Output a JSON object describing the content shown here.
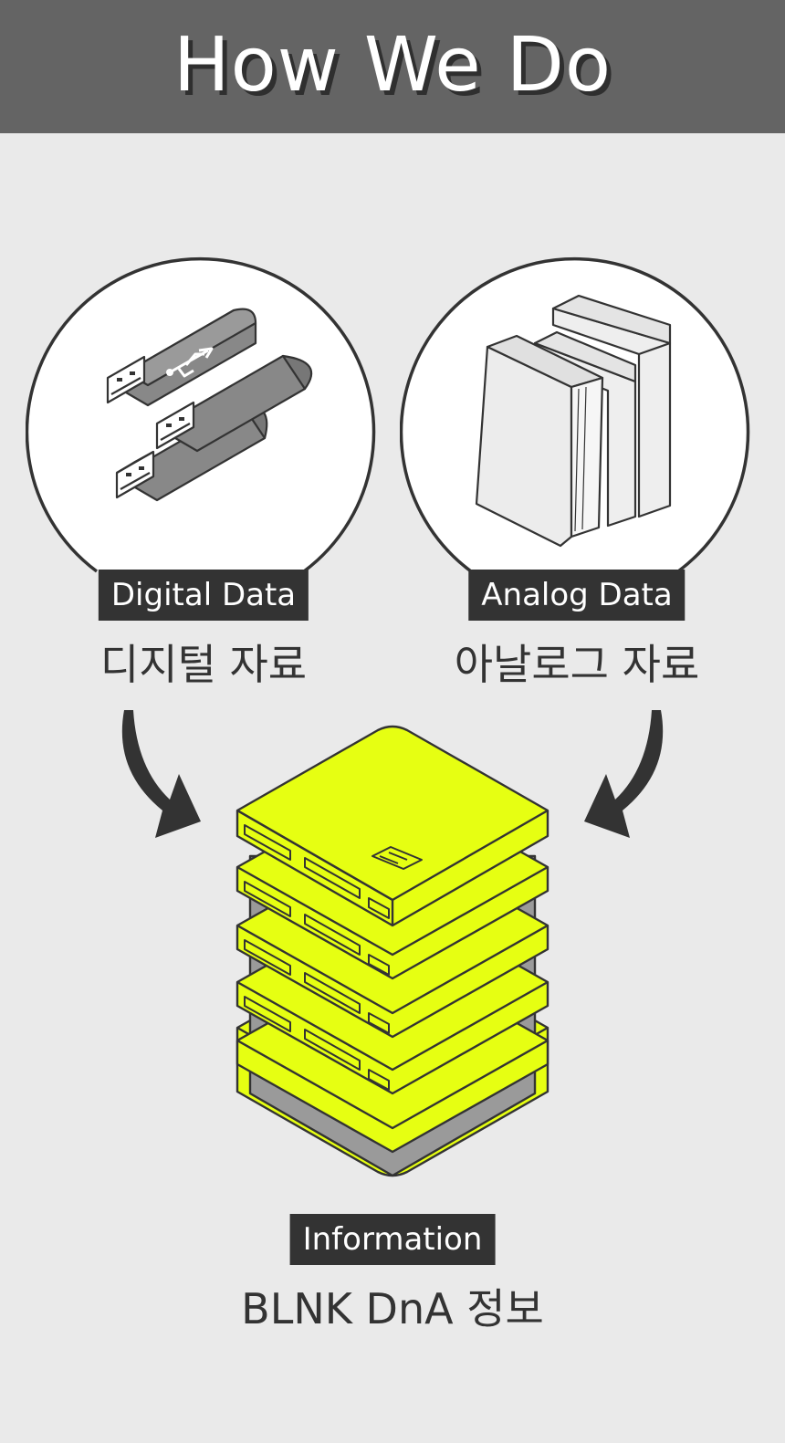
{
  "header": {
    "title": "How We Do"
  },
  "digital": {
    "tag": "Digital Data",
    "caption": "디지털 자료",
    "icon": "usb-drives-icon"
  },
  "analog": {
    "tag": "Analog Data",
    "caption": "아날로그 자료",
    "icon": "books-icon"
  },
  "information": {
    "tag": "Information",
    "caption": "BLNK DnA 정보",
    "icon": "server-stack-icon"
  },
  "colors": {
    "header_bg": "#646464",
    "page_bg": "#eaeaea",
    "tag_bg": "#333333",
    "server_accent": "#e6ff12",
    "arrow": "#333333"
  }
}
